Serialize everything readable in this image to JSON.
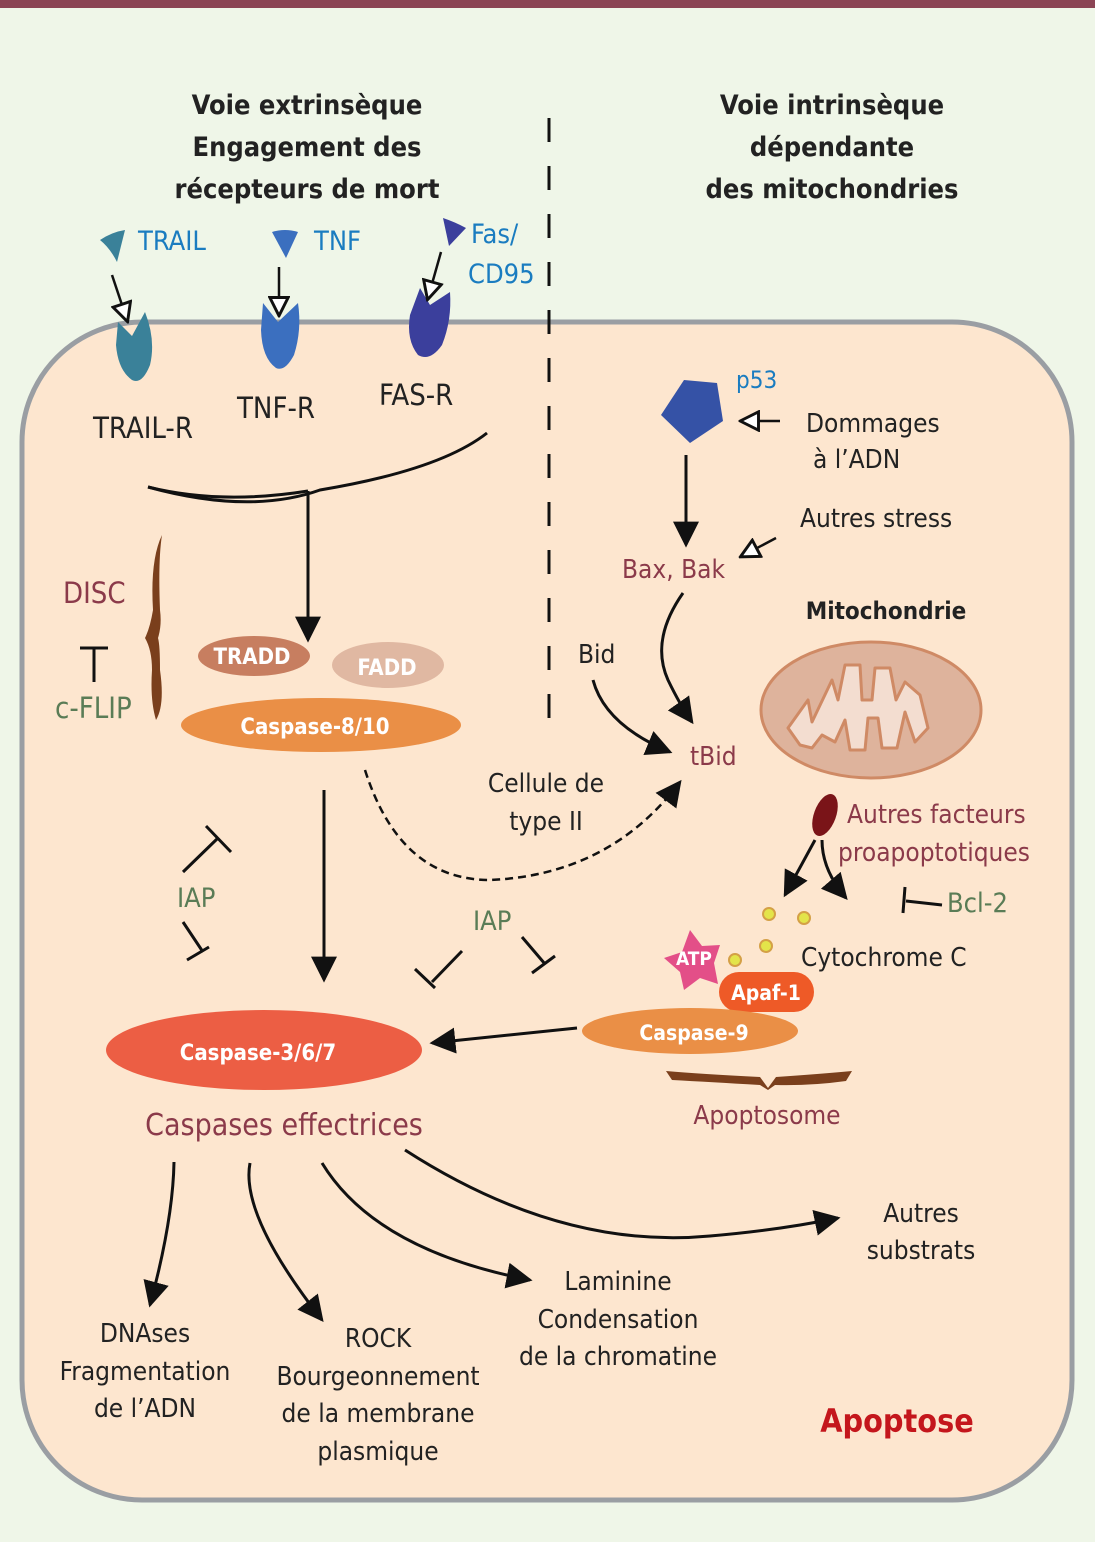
{
  "headers": {
    "extrinsic": [
      "Voie extrinsèque",
      "Engagement des",
      "récepteurs de mort"
    ],
    "intrinsic": [
      "Voie intrinsèque",
      "dépendante",
      "des mitochondries"
    ]
  },
  "ligands": [
    {
      "label": "TRAIL",
      "color": "#3a8199"
    },
    {
      "label": "TNF",
      "color": "#3b6fbf"
    },
    {
      "label": "Fas/",
      "label2": "CD95",
      "color": "#3b3f9c"
    }
  ],
  "receptors": [
    "TRAIL-R",
    "TNF-R",
    "FAS-R"
  ],
  "disc": {
    "label": "DISC",
    "inhibitor": "c-FLIP"
  },
  "complex": {
    "tradd": "TRADD",
    "fadd": "FADD",
    "caspase810": "Caspase-8/10"
  },
  "intrinsic": {
    "p53": "p53",
    "dna_damage": [
      "Dommages",
      "à l’ADN"
    ],
    "other_stress": "Autres stress",
    "bax_bak": "Bax, Bak",
    "bid": "Bid",
    "tbid": "tBid",
    "mitochondria": "Mitochondrie",
    "type2": [
      "Cellule de",
      "type II"
    ],
    "other_factors": [
      "Autres facteurs",
      "proapoptotiques"
    ],
    "bcl2": "Bcl-2",
    "cytochrome": "Cytochrome C",
    "atp": "ATP",
    "apaf": "Apaf-1",
    "caspase9": "Caspase-9",
    "apoptosome": "Apoptosome"
  },
  "iap": [
    "IAP",
    "IAP"
  ],
  "effector": {
    "caspase": "Caspase-3/6/7",
    "label": "Caspases effectrices"
  },
  "substrates": [
    [
      "DNAses",
      "Fragmentation",
      "de l’ADN"
    ],
    [
      "ROCK",
      "Bourgeonnement",
      "de la membrane",
      "plasmique"
    ],
    [
      "Laminine",
      "Condensation",
      "de la chromatine"
    ],
    [
      "Autres",
      "substrats"
    ]
  ],
  "outcome": "Apoptose",
  "colors": {
    "maroon": "#8b3a4a",
    "green": "#5a7c56",
    "blue": "#1a7cc0",
    "red": "#c4161c",
    "cell": "#fde6cf",
    "membrane": "#9a9ea3"
  }
}
